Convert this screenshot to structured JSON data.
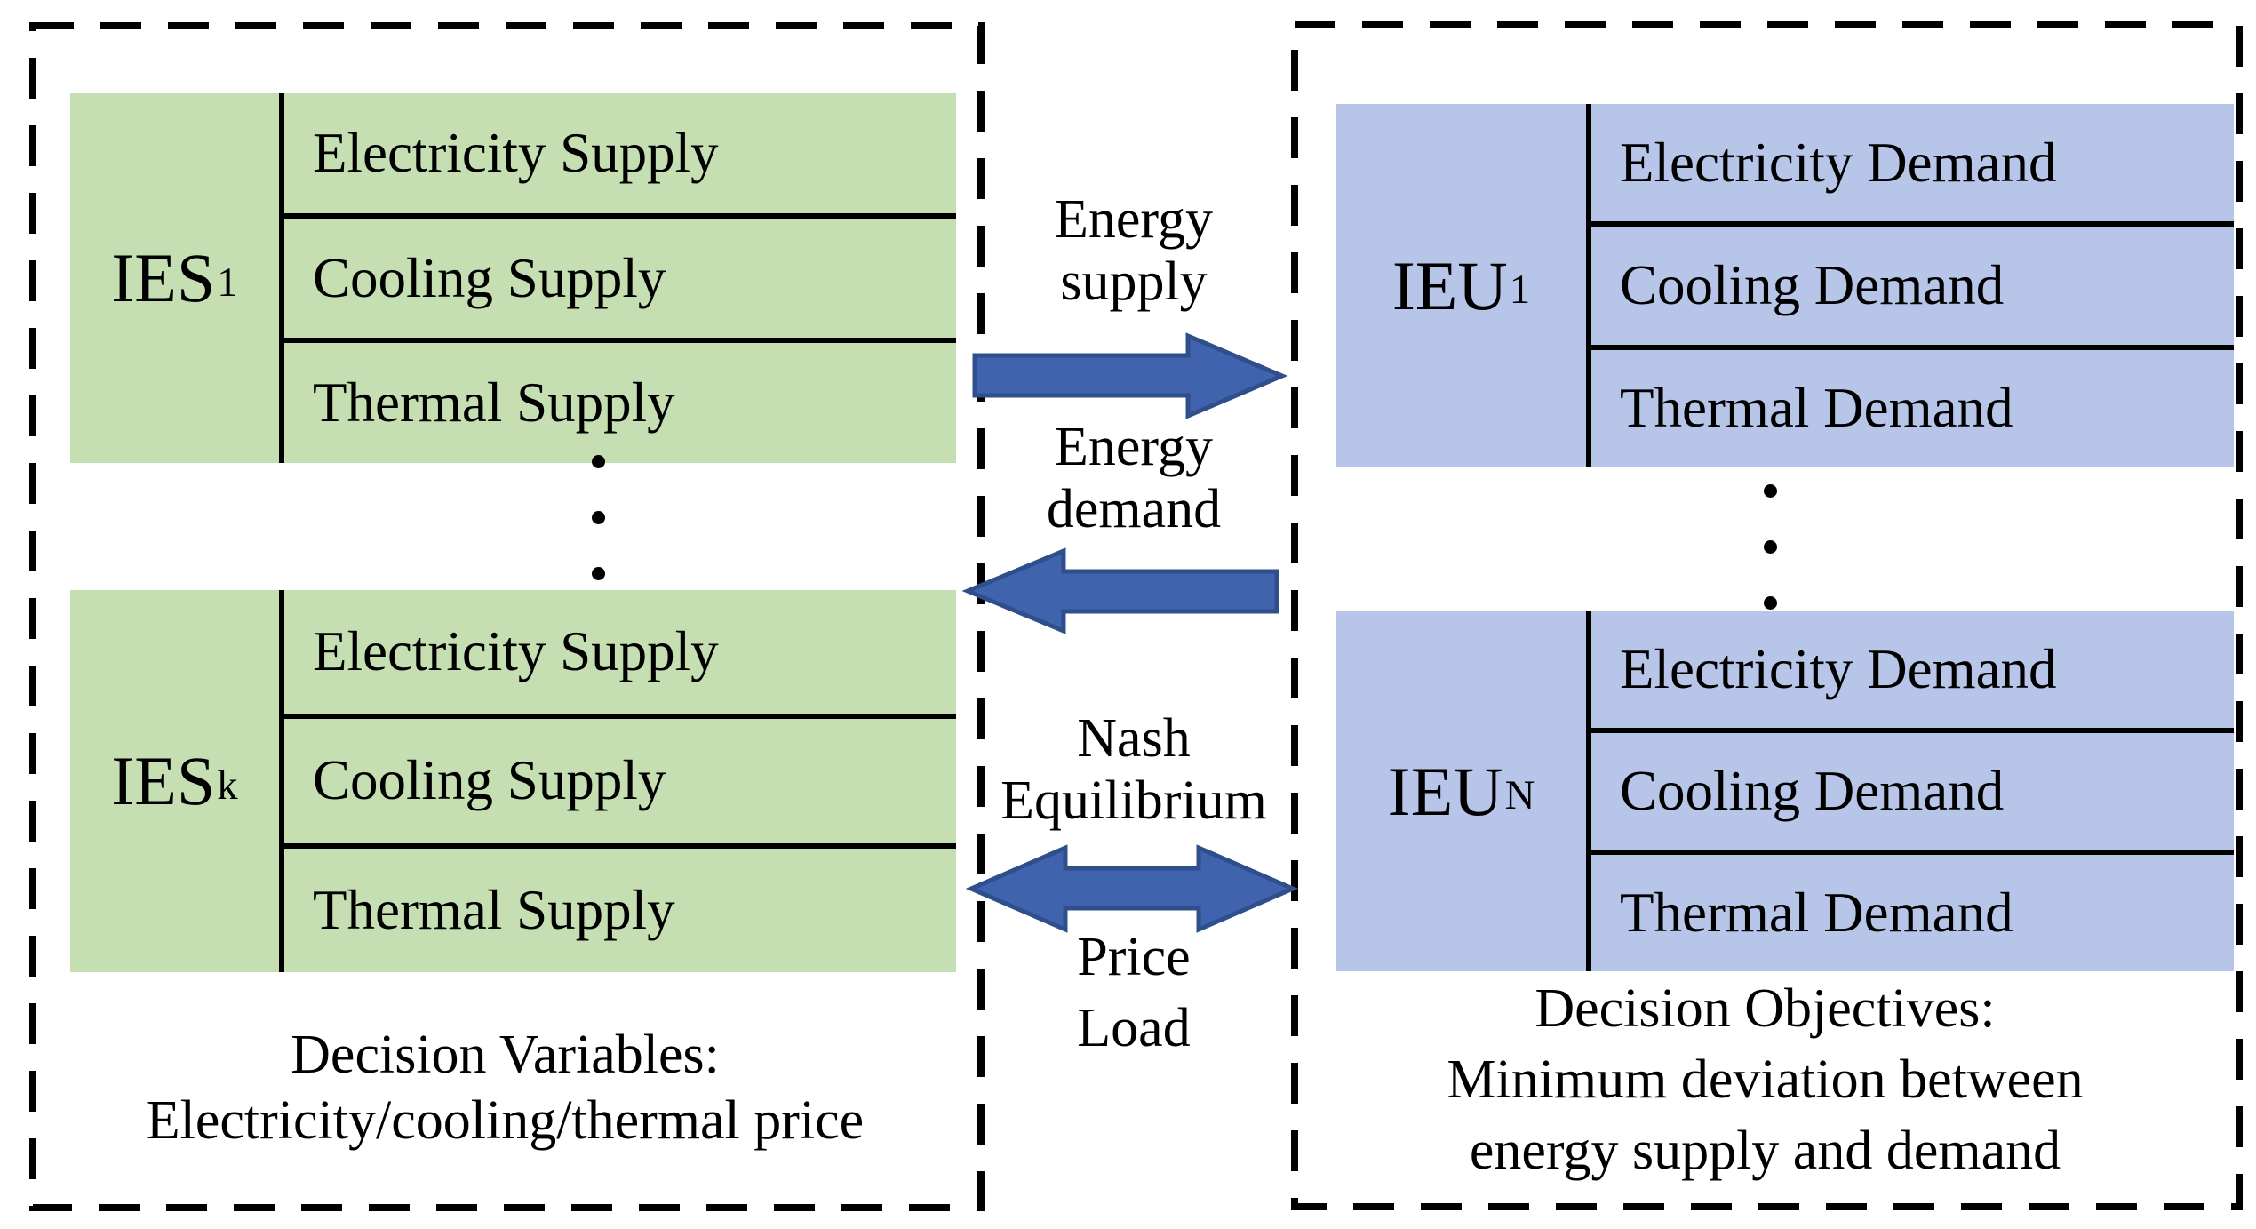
{
  "colors": {
    "supplier_box": "#c5deb2",
    "user_box": "#b6c5e8",
    "arrow_fill": "#3f63ac",
    "arrow_stroke": "#2f4f8c",
    "line": "#000000",
    "text": "#000000"
  },
  "suppliers": {
    "units": [
      {
        "name": "IES",
        "sub": "1",
        "rows": [
          "Electricity Supply",
          "Cooling Supply",
          "Thermal Supply"
        ]
      },
      {
        "name": "IES",
        "sub": "k",
        "rows": [
          "Electricity Supply",
          "Cooling Supply",
          "Thermal Supply"
        ]
      }
    ],
    "caption": [
      "Decision Variables:",
      "Electricity/cooling/thermal price"
    ]
  },
  "users": {
    "units": [
      {
        "name": "IEU",
        "sub": "1",
        "rows": [
          "Electricity Demand",
          "Cooling Demand",
          "Thermal Demand"
        ]
      },
      {
        "name": "IEU",
        "sub": "N",
        "rows": [
          "Electricity Demand",
          "Cooling Demand",
          "Thermal Demand"
        ]
      }
    ],
    "caption": [
      "Decision Objectives:",
      "Minimum deviation between",
      "energy supply and demand"
    ]
  },
  "exchange": {
    "energy_supply": [
      "Energy",
      "supply"
    ],
    "energy_demand": [
      "Energy",
      "demand"
    ],
    "nash": [
      "Nash",
      "Equilibrium"
    ],
    "price": "Price",
    "load": "Load"
  }
}
